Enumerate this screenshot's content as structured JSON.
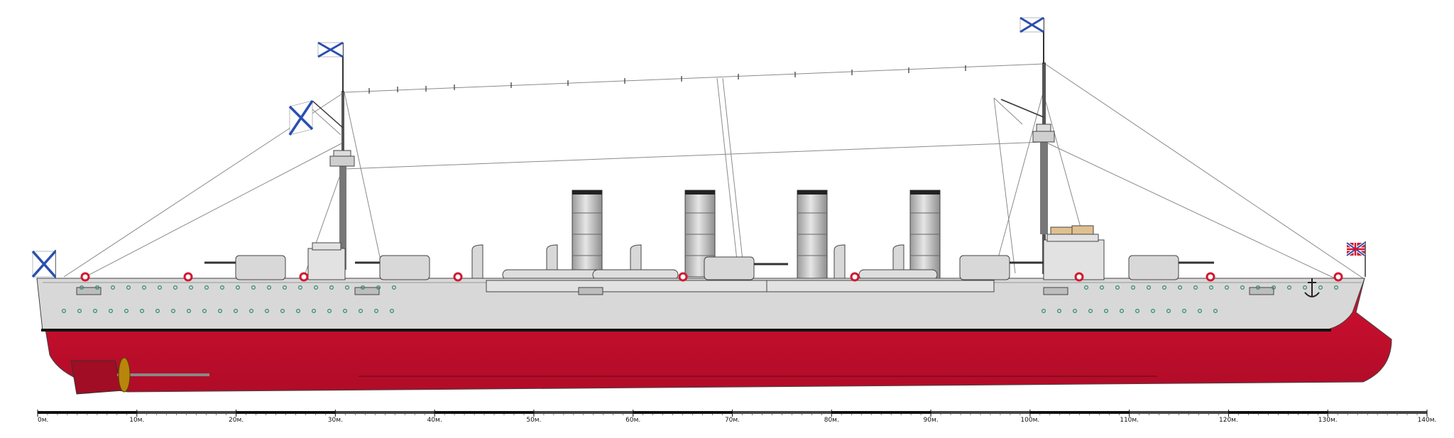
{
  "scale": {
    "unit": "м.",
    "labels": [
      "0м.",
      "10м.",
      "20м.",
      "30м.",
      "40м.",
      "50м.",
      "60м.",
      "70м.",
      "80м.",
      "90м.",
      "100м.",
      "110м.",
      "120м.",
      "130м.",
      "140м."
    ]
  },
  "colors": {
    "hull": "#d4d4d4",
    "hull_red": "#c8102e",
    "deck": "#e6e6e6",
    "funnel": "#bfbfbf",
    "funnel_cap": "#222222",
    "outline": "#4a4a4a",
    "porthole": "#2e8a6e",
    "bronze": "#b8860b",
    "flag_blue": "#2a4fb0"
  },
  "ship": {
    "funnel_count": 4,
    "mast_count": 2,
    "flags": [
      "st-andrew-flag",
      "russian-jack"
    ]
  }
}
